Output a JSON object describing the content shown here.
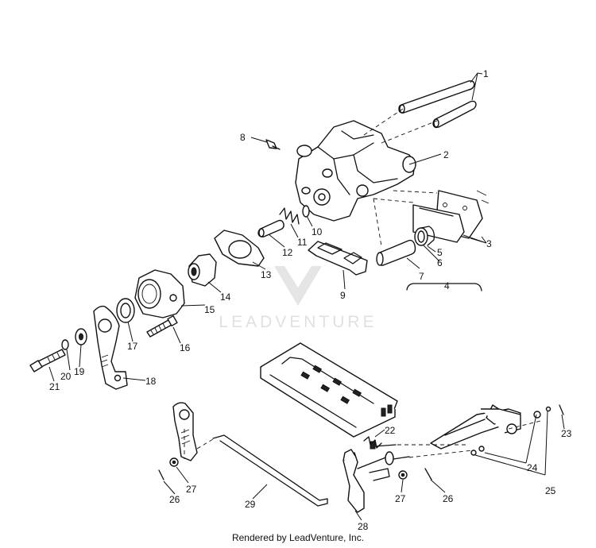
{
  "watermark": {
    "brand": "LEADVENTURE"
  },
  "footer": {
    "credit": "Rendered by LeadVenture, Inc."
  },
  "callouts": [
    {
      "id": "c1",
      "label": "1"
    },
    {
      "id": "c2",
      "label": "2"
    },
    {
      "id": "c3",
      "label": "3"
    },
    {
      "id": "c4",
      "label": "4"
    },
    {
      "id": "c5",
      "label": "5"
    },
    {
      "id": "c6",
      "label": "6"
    },
    {
      "id": "c7",
      "label": "7"
    },
    {
      "id": "c8",
      "label": "8"
    },
    {
      "id": "c9",
      "label": "9"
    },
    {
      "id": "c10",
      "label": "10"
    },
    {
      "id": "c11",
      "label": "11"
    },
    {
      "id": "c12",
      "label": "12"
    },
    {
      "id": "c13",
      "label": "13"
    },
    {
      "id": "c14",
      "label": "14"
    },
    {
      "id": "c15",
      "label": "15"
    },
    {
      "id": "c16",
      "label": "16"
    },
    {
      "id": "c17",
      "label": "17"
    },
    {
      "id": "c18",
      "label": "18"
    },
    {
      "id": "c19",
      "label": "19"
    },
    {
      "id": "c20",
      "label": "20"
    },
    {
      "id": "c21",
      "label": "21"
    },
    {
      "id": "c22",
      "label": "22"
    },
    {
      "id": "c23",
      "label": "23"
    },
    {
      "id": "c24",
      "label": "24"
    },
    {
      "id": "c25",
      "label": "25"
    },
    {
      "id": "c26a",
      "label": "26"
    },
    {
      "id": "c26b",
      "label": "26"
    },
    {
      "id": "c27a",
      "label": "27"
    },
    {
      "id": "c27b",
      "label": "27"
    },
    {
      "id": "c28",
      "label": "28"
    },
    {
      "id": "c29",
      "label": "29"
    }
  ]
}
